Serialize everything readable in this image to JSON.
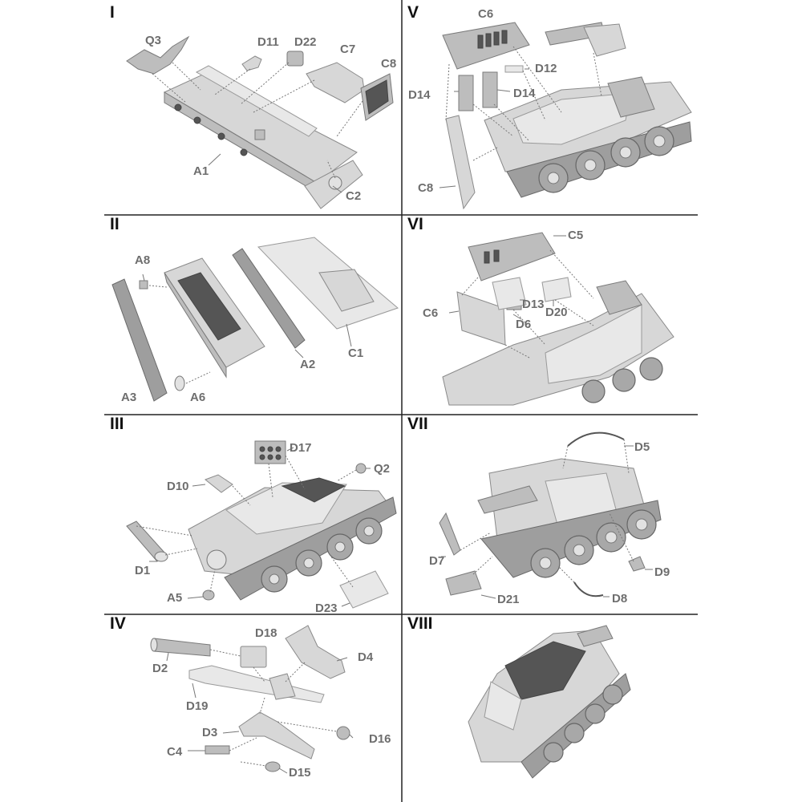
{
  "steps": [
    {
      "numeral": "I",
      "labels": [
        "Q3",
        "D11",
        "D22",
        "C7",
        "C8",
        "A1",
        "C2"
      ]
    },
    {
      "numeral": "II",
      "labels": [
        "A8",
        "A3",
        "A6",
        "A2",
        "C1"
      ]
    },
    {
      "numeral": "III",
      "labels": [
        "D17",
        "Q2",
        "D10",
        "D1",
        "A5",
        "D23"
      ]
    },
    {
      "numeral": "IV",
      "labels": [
        "D18",
        "D2",
        "D4",
        "D19",
        "D3",
        "D16",
        "C4",
        "D15"
      ]
    },
    {
      "numeral": "V",
      "labels": [
        "C6",
        "D12",
        "D14",
        "D14",
        "C8"
      ]
    },
    {
      "numeral": "VI",
      "labels": [
        "C5",
        "C6",
        "D13",
        "D20",
        "D6"
      ]
    },
    {
      "numeral": "VII",
      "labels": [
        "D5",
        "D7",
        "D9",
        "D21",
        "D8"
      ]
    },
    {
      "numeral": "VIII",
      "labels": []
    }
  ]
}
